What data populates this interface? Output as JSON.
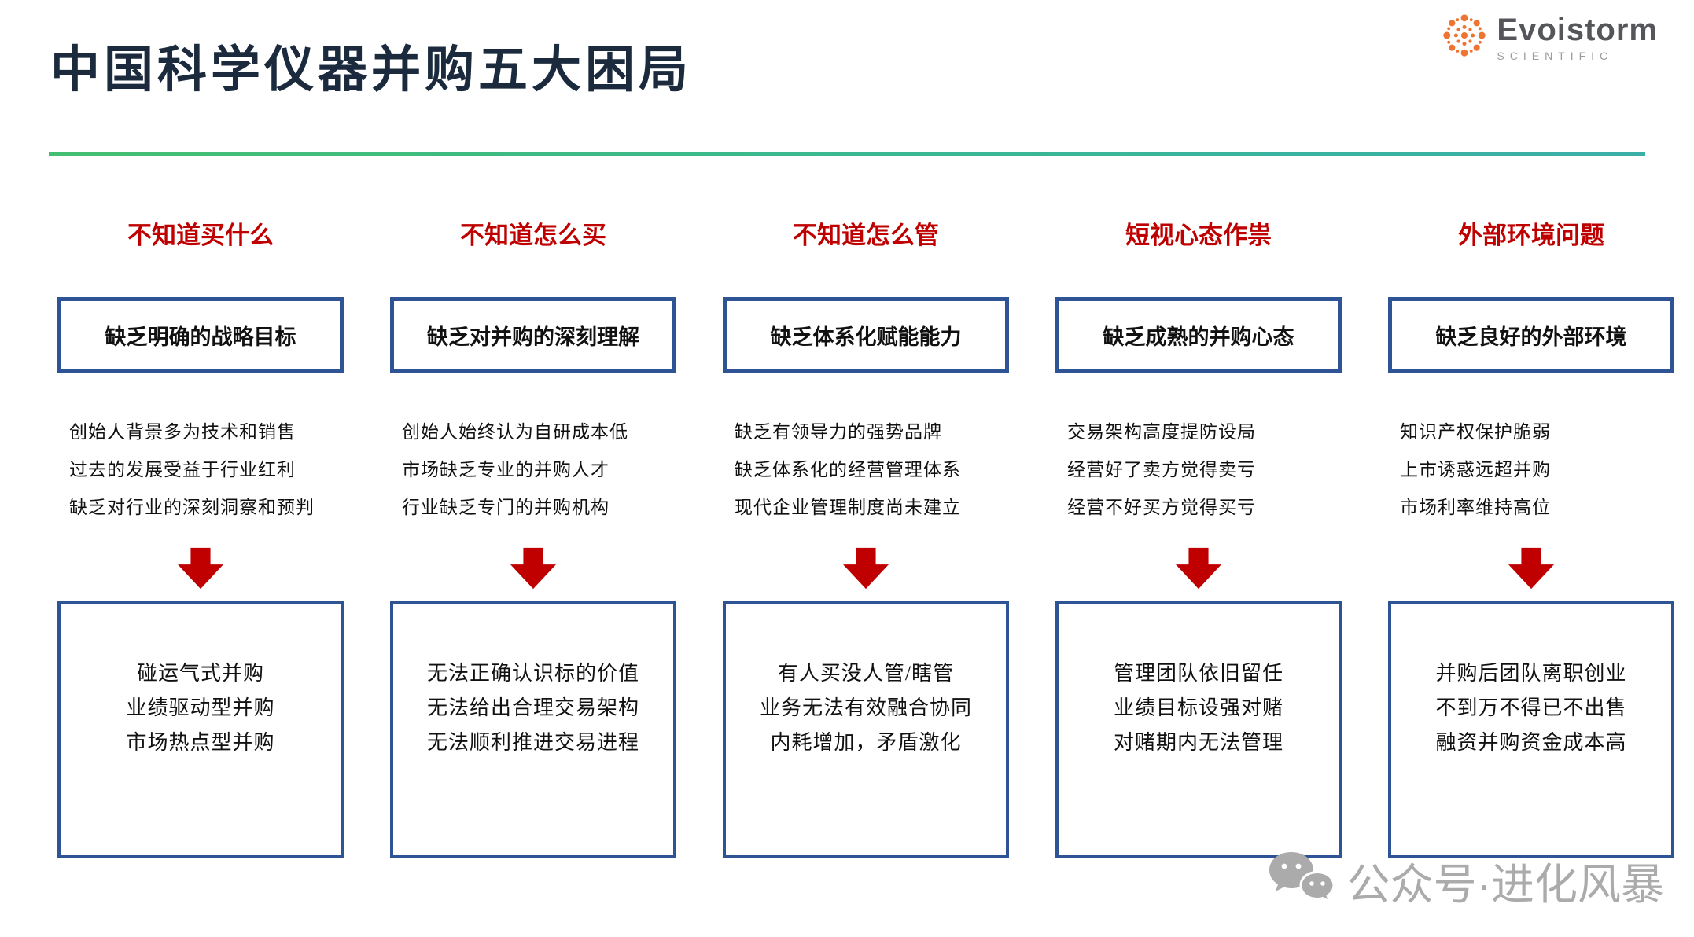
{
  "slide": {
    "title": "中国科学仪器并购五大困局",
    "logo": {
      "name": "Evoistorm",
      "subtitle": "SCIENTIFIC"
    },
    "watermark": {
      "text": "公众号·进化风暴"
    }
  },
  "colors": {
    "title_navy": "#1b2b3d",
    "header_red": "#be0000",
    "arrow_red": "#c00000",
    "box_border_blue": "#2e5496",
    "divider_green": "#44be70",
    "divider_teal": "#3aafa8",
    "logo_orange": "#ee7434",
    "watermark_gray": "#ababab"
  },
  "columns": [
    {
      "header": "不知道买什么",
      "problem": "缺乏明确的战略目标",
      "details": [
        "创始人背景多为技术和销售",
        "过去的发展受益于行业红利",
        "缺乏对行业的深刻洞察和预判"
      ],
      "outcomes": [
        "碰运气式并购",
        "业绩驱动型并购",
        "市场热点型并购"
      ]
    },
    {
      "header": "不知道怎么买",
      "problem": "缺乏对并购的深刻理解",
      "details": [
        "创始人始终认为自研成本低",
        "市场缺乏专业的并购人才",
        "行业缺乏专门的并购机构"
      ],
      "outcomes": [
        "无法正确认识标的价值",
        "无法给出合理交易架构",
        "无法顺利推进交易进程"
      ]
    },
    {
      "header": "不知道怎么管",
      "problem": "缺乏体系化赋能能力",
      "details": [
        "缺乏有领导力的强势品牌",
        "缺乏体系化的经营管理体系",
        "现代企业管理制度尚未建立"
      ],
      "outcomes": [
        "有人买没人管/瞎管",
        "业务无法有效融合协同",
        "内耗增加，矛盾激化"
      ]
    },
    {
      "header": "短视心态作祟",
      "problem": "缺乏成熟的并购心态",
      "details": [
        "交易架构高度提防设局",
        "经营好了卖方觉得卖亏",
        "经营不好买方觉得买亏"
      ],
      "outcomes": [
        "管理团队依旧留任",
        "业绩目标设强对赌",
        "对赌期内无法管理"
      ]
    },
    {
      "header": "外部环境问题",
      "problem": "缺乏良好的外部环境",
      "details": [
        "知识产权保护脆弱",
        "上市诱惑远超并购",
        "市场利率维持高位"
      ],
      "outcomes": [
        "并购后团队离职创业",
        "不到万不得已不出售",
        "融资并购资金成本高"
      ]
    }
  ]
}
